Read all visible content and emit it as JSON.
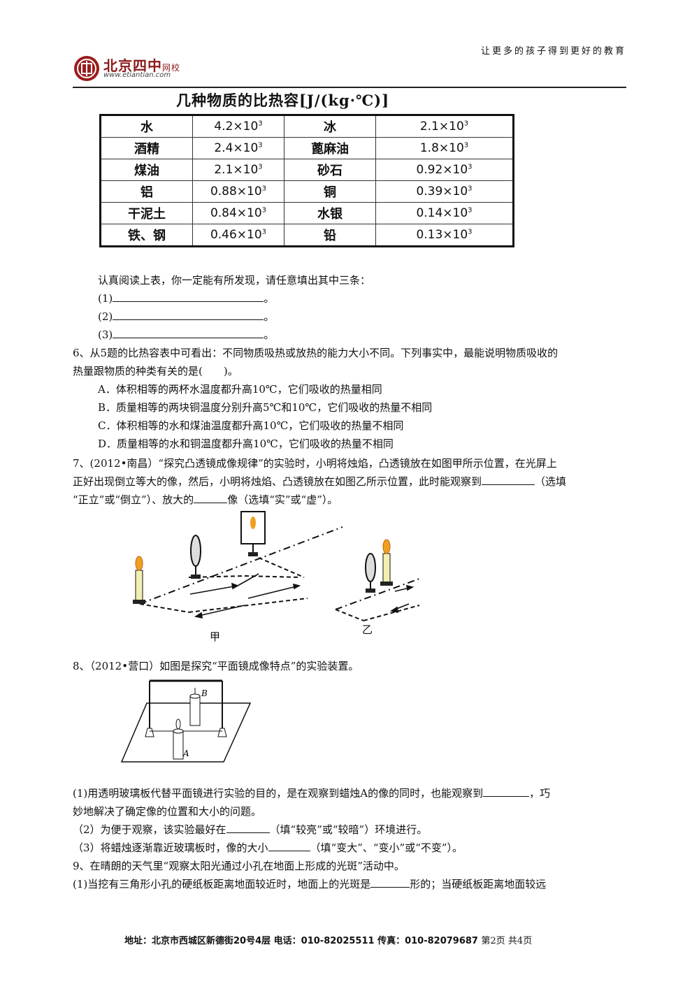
{
  "header": {
    "slogan": "让更多的孩子得到更好的教育",
    "logo_name": "北京四中",
    "logo_suffix": "网校",
    "logo_url": "www.etiantian.com"
  },
  "table": {
    "title": "几种物质的比热容[J/(kg·℃)]",
    "rows": [
      {
        "a": "水",
        "av": "4.2×10",
        "b": "冰",
        "bv": "2.1×10"
      },
      {
        "a": "酒精",
        "av": "2.4×10",
        "b": "蓖麻油",
        "bv": "1.8×10"
      },
      {
        "a": "煤油",
        "av": "2.1×10",
        "b": "砂石",
        "bv": "0.92×10"
      },
      {
        "a": "铝",
        "av": "0.88×10",
        "b": "铜",
        "bv": "0.39×10"
      },
      {
        "a": "干泥土",
        "av": "0.84×10",
        "b": "水银",
        "bv": "0.14×10"
      },
      {
        "a": "铁、钢",
        "av": "0.46×10",
        "b": "铅",
        "bv": "0.13×10"
      }
    ],
    "exponent": "3"
  },
  "q5": {
    "intro": "认真阅读上表，你一定能有所发现，请任意填出其中三条：",
    "items": [
      "(1)",
      "(2)",
      "(3)"
    ],
    "end": "。"
  },
  "q6": {
    "line1": "6、从5题的比热容表中可看出：不同物质吸热或放热的能力大小不同。下列事实中，最能说明物质吸收的",
    "line2": "热量跟物质的种类有关的是(　　)。",
    "options": [
      "A．体积相等的两杯水温度都升高10℃，它们吸收的热量相同",
      "B．质量相等的两块铜温度分别升高5℃和10℃，它们吸收的热量不相同",
      "C．体积相等的水和煤油温度都升高10℃，它们吸收的热量不相同",
      "D．质量相等的水和铜温度都升高10℃，它们吸收的热量不相同"
    ]
  },
  "q7": {
    "line1": "7、(2012•南昌）“探究凸透镜成像规律”的实验时，小明将烛焰，凸透镜放在如图甲所示位置，在光屏上",
    "line2a": "正好出现倒立等大的像，然后，小明将烛焰、凸透镜放在如图乙所示位置，此时能观察到",
    "line2b": "（选填",
    "line3a": "“正立”或“倒立”）、放大的",
    "line3b": "像（选填“实”或“虚”）。",
    "fig_label_a": "甲",
    "fig_label_b": "乙"
  },
  "q8": {
    "line1": "8、（2012•营口）如图是探究“平面镜成像特点”的实验装置。",
    "label_a": "A",
    "label_b": "B",
    "s1a": "(1)用透明玻璃板代替平面镜进行实验的目的，是在观察到蜡烛A的像的同时，也能观察到",
    "s1b": "，巧",
    "s1c": "妙地解决了确定像的位置和大小的问题。",
    "s2a": "（2）为便于观察，该实验最好在",
    "s2b": "（填“较亮”或“较暗”）环境进行。",
    "s3a": "（3）将蜡烛逐渐靠近玻璃板时，像的大小",
    "s3b": "（填“变大”、“变小”或“不变”）。"
  },
  "q9": {
    "line1": "9、在晴朗的天气里“观察太阳光通过小孔在地面上形成的光斑”活动中。",
    "s1a": "(1)当挖有三角形小孔的硬纸板距离地面较近时，地面上的光斑是",
    "s1b": "形的；当硬纸板距离地面较远"
  },
  "footer": {
    "address": "地址：北京市西城区新德街20号4层  电话：010-82025511  传真：010-82079687",
    "page": "第2页  共4页"
  }
}
